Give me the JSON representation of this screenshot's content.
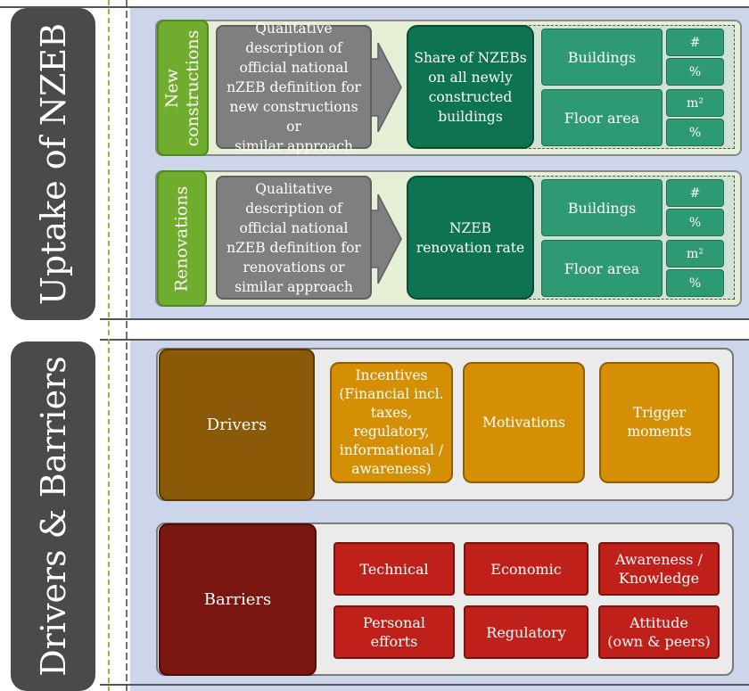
{
  "sections": {
    "uptake_title": "Uptake of NZEB",
    "drivers_barriers_title": "Drivers & Barriers"
  },
  "new_constructions": {
    "tab_label": "New constructions",
    "tab_line1": "New",
    "tab_line2": "constructions",
    "qualitative": [
      "Qualitative",
      "description of",
      "official national",
      "nZEB definition for",
      "new constructions or",
      "similar approach"
    ],
    "share": [
      "Share of NZEBs",
      "on all newly",
      "constructed",
      "buildings"
    ],
    "buildings_label": "Buildings",
    "floor_area_label": "Floor area",
    "unit_count": "#",
    "unit_percent": "%",
    "unit_area": "m²"
  },
  "renovations": {
    "tab_label": "Renovations",
    "qualitative": [
      "Qualitative",
      "description of",
      "official national",
      "nZEB definition for",
      "renovations or",
      "similar approach"
    ],
    "rate": [
      "NZEB",
      "renovation rate"
    ],
    "buildings_label": "Buildings",
    "floor_area_label": "Floor area",
    "unit_count": "#",
    "unit_percent": "%",
    "unit_area": "m²"
  },
  "drivers": {
    "label": "Drivers",
    "incentives": [
      "Incentives",
      "(Financial incl.",
      "taxes,",
      "regulatory,",
      "informational /",
      "awareness)"
    ],
    "motivations": "Motivations",
    "trigger": [
      "Trigger",
      "moments"
    ]
  },
  "barriers": {
    "label": "Barriers",
    "technical": "Technical",
    "economic": "Economic",
    "awareness": [
      "Awareness /",
      "Knowledge"
    ],
    "personal": "Personal efforts",
    "regulatory": "Regulatory",
    "attitude": [
      "Attitude",
      "(own & peers)"
    ]
  },
  "colors": {
    "sidebar": "#4a4a4a",
    "panel_bg": "#cdd5ea",
    "green_tab": "#70ad2f",
    "qualitative_grey": "#7f7f7f",
    "share_dark_green": "#0e7350",
    "teal": "#2e9a73",
    "drivers_brown": "#8a5a09",
    "driver_orange": "#d48f05",
    "barriers_maroon": "#7a1610",
    "barrier_red": "#c0201a"
  }
}
